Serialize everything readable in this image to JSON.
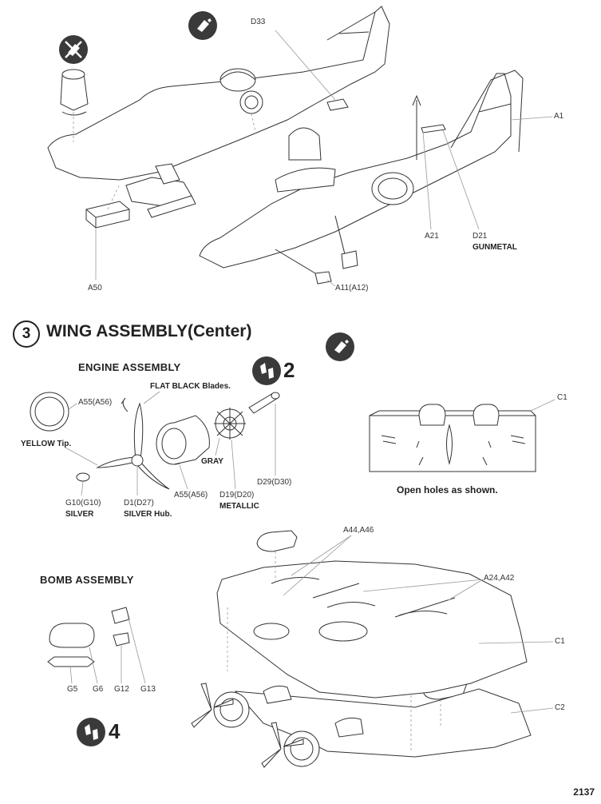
{
  "top_section": {
    "labels": {
      "d33": "D33",
      "a1": "A1",
      "a21": "A21",
      "d21": "D21",
      "d21_paint": "GUNMETAL",
      "a50": "A50",
      "a11": "A11(A12)"
    },
    "icons": [
      "glue-icon",
      "no-glue-icon"
    ]
  },
  "step": {
    "number": "3",
    "title": "WING ASSEMBLY(Center)"
  },
  "engine_assembly": {
    "heading": "ENGINE ASSEMBLY",
    "ref_number": "2",
    "labels": {
      "a55_top": "A55(A56)",
      "flat_black": "FLAT BLACK Blades.",
      "yellow": "YELLOW Tip.",
      "gray": "GRAY",
      "a55_bottom": "A55(A56)",
      "d19": "D19(D20)",
      "metallic": "METALLIC",
      "d29": "D29(D30)",
      "g10": "G10(G10)",
      "silver": "SILVER",
      "d1": "D1(D27)",
      "silver_hub": "SILVER Hub."
    }
  },
  "wing_center": {
    "c1_label": "C1",
    "note": "Open holes as shown."
  },
  "bomb_assembly": {
    "heading": "BOMB ASSEMBLY",
    "ref_number": "4",
    "labels": {
      "g5": "G5",
      "g6": "G6",
      "g12": "G12",
      "g13": "G13"
    }
  },
  "wing_assembly_main": {
    "labels": {
      "a44": "A44,A46",
      "a24": "A24,A42",
      "c1": "C1",
      "c2": "C2"
    }
  },
  "page_number": "2137"
}
